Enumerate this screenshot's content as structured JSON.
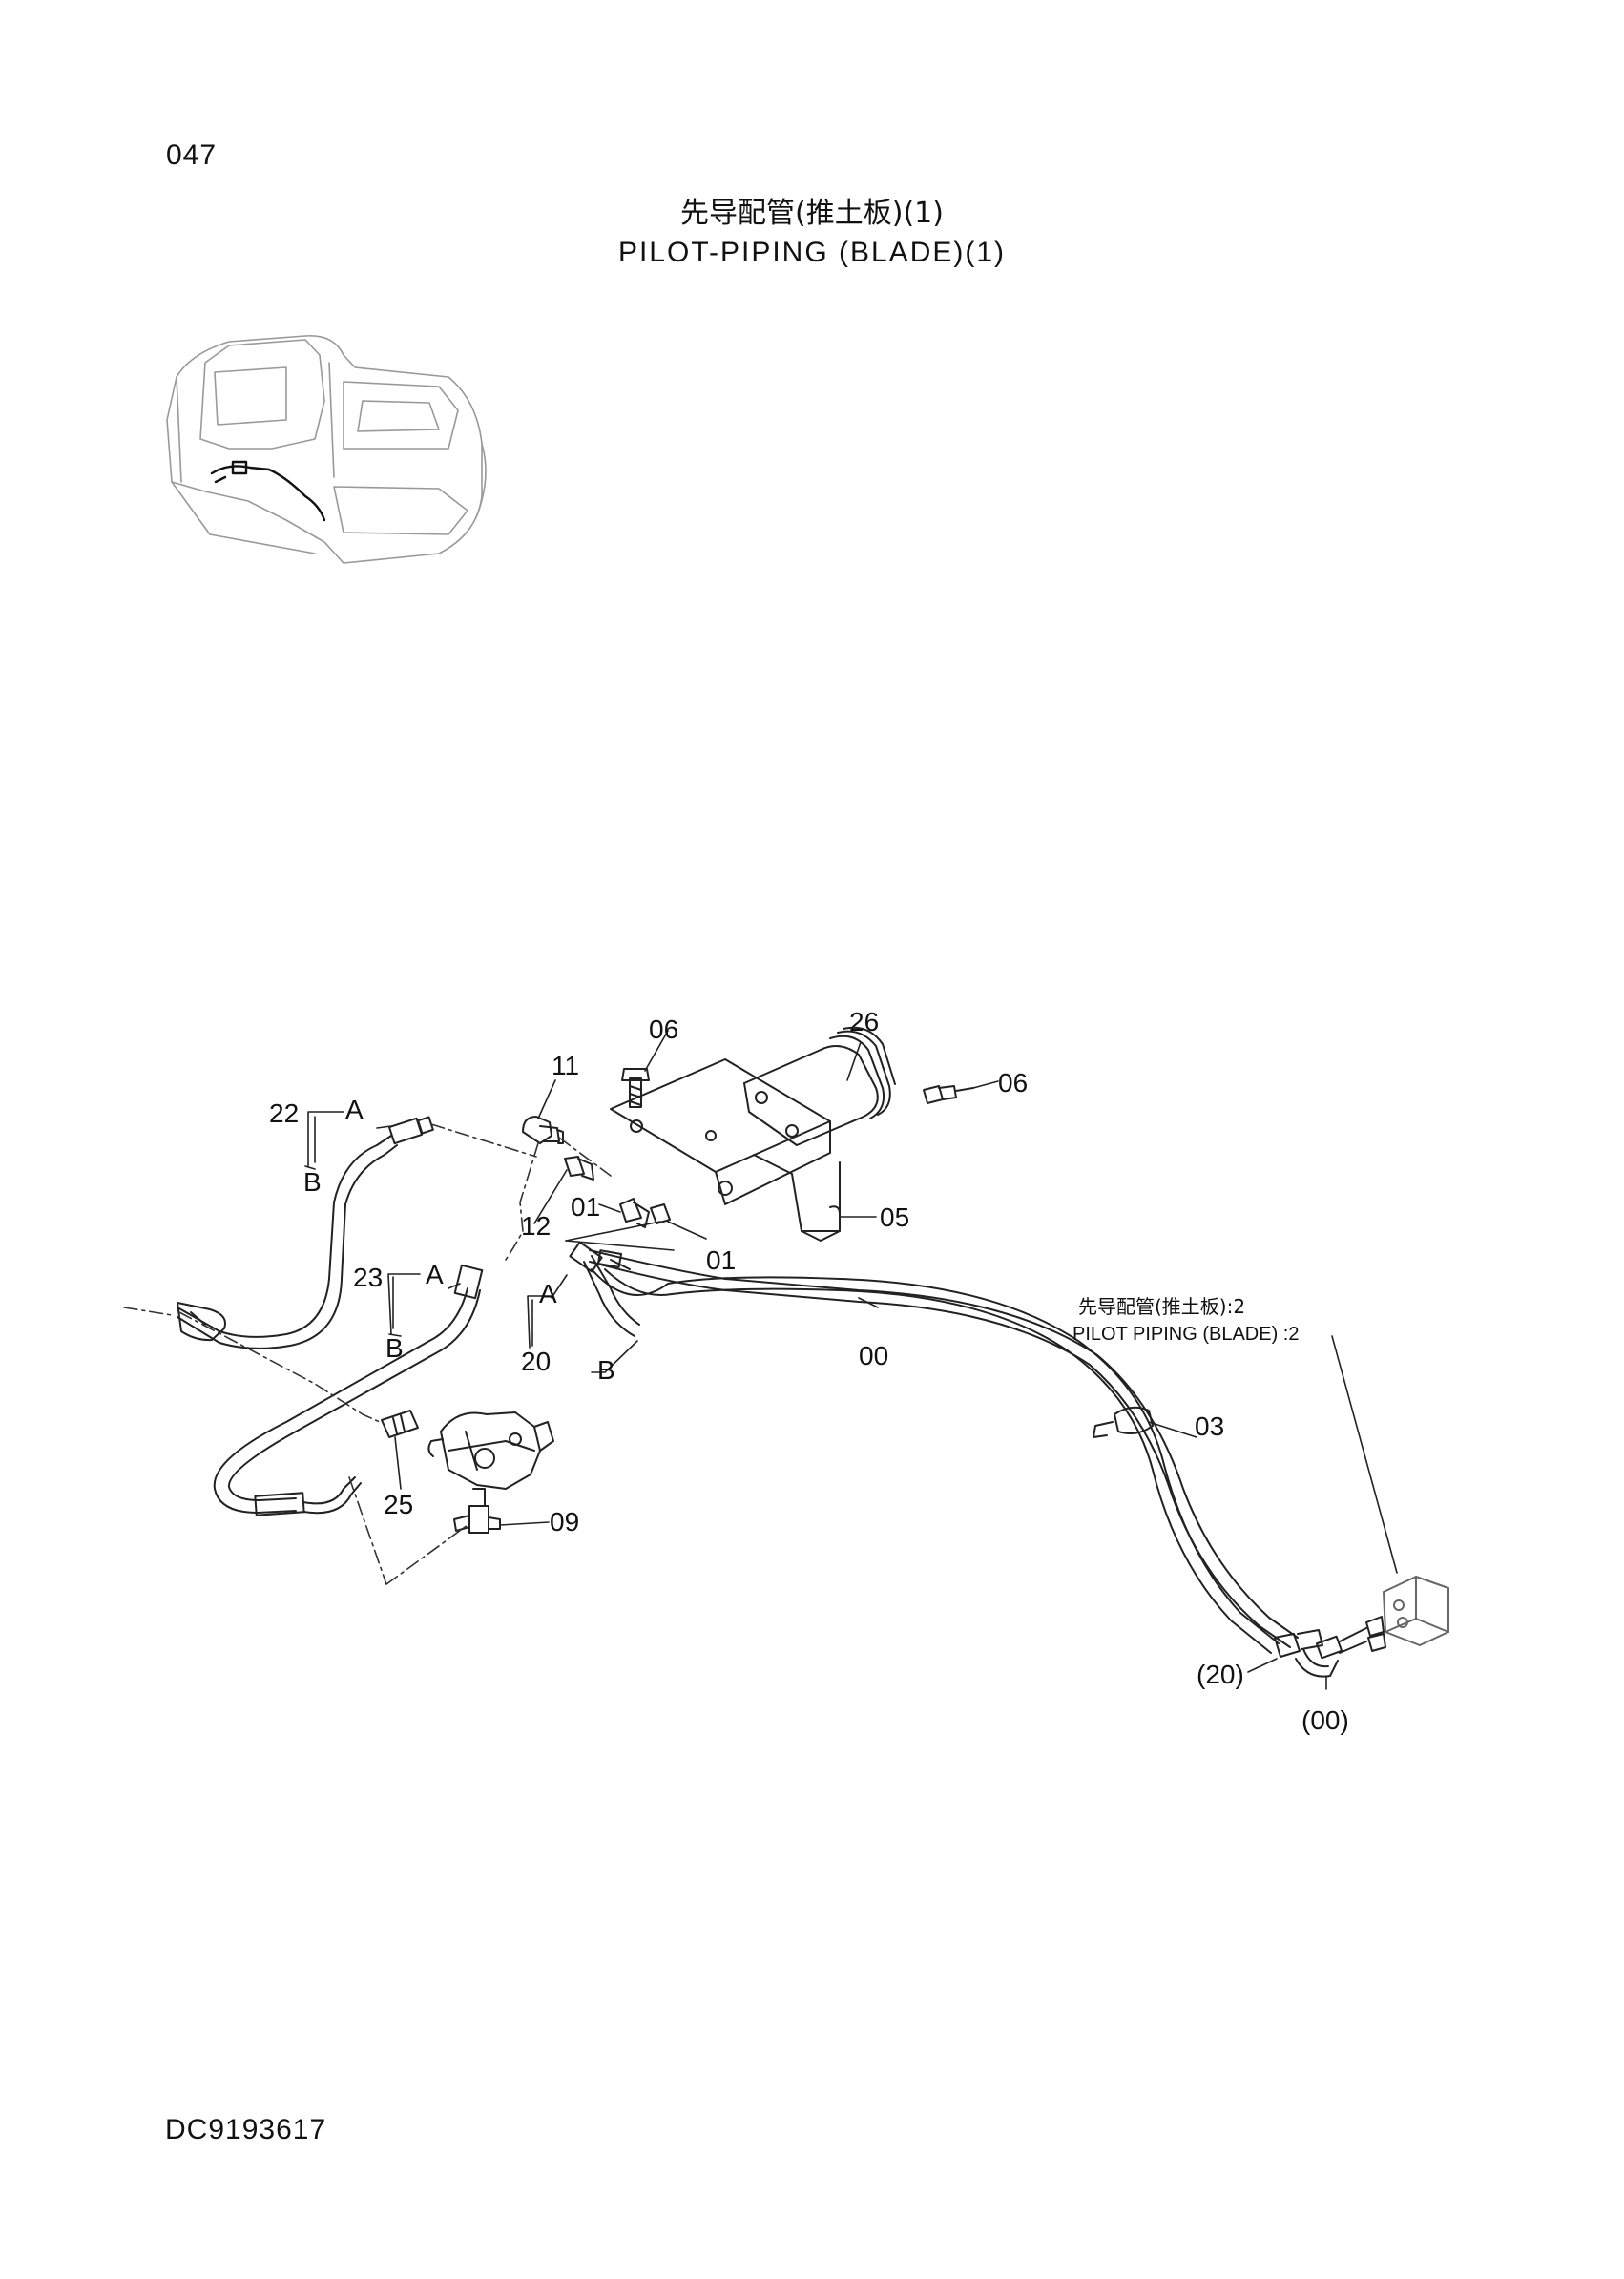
{
  "page_number": "047",
  "title_cn": "先导配管(推土板)(1)",
  "title_en": "PILOT-PIPING (BLADE)(1)",
  "doc_code": "DC9193617",
  "reference_note": {
    "cn": "先导配管(推土板):2",
    "en": "PILOT PIPING (BLADE) :2"
  },
  "callouts": {
    "c06_top": "06",
    "c26": "26",
    "c06_right": "06",
    "c11": "11",
    "c22": "22",
    "c22_a": "A",
    "c22_b": "B",
    "c12": "12",
    "c01_upper": "01",
    "c01_lower": "01",
    "c05": "05",
    "c23": "23",
    "c23_a": "A",
    "c23_b": "B",
    "c20": "20",
    "c20_a": "A",
    "c20_b": "B",
    "c00": "00",
    "c03": "03",
    "c25": "25",
    "c09": "09",
    "c20_ref": "(20)",
    "c00_ref": "(00)"
  }
}
